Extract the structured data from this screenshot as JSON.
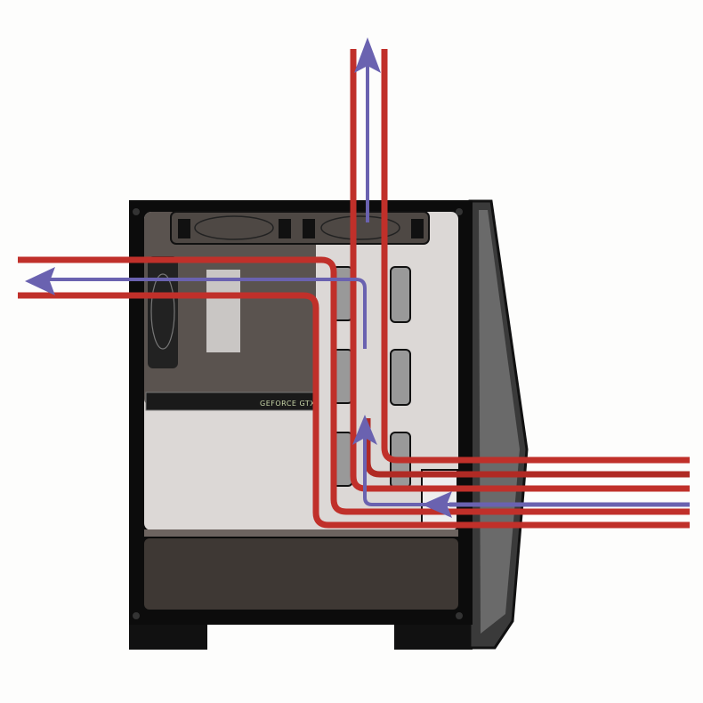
{
  "diagram": {
    "gpu_label": "GEFORCE GTX",
    "colors": {
      "hot_air": "#c0302a",
      "cool_air": "#6a62b0",
      "case_frame": "#0c0c0c",
      "interior_dark": "#5a534f",
      "interior_light": "#dcd8d6"
    },
    "icons": [
      "airflow-arrow-left",
      "airflow-arrow-up",
      "intake-arrow-left"
    ]
  }
}
